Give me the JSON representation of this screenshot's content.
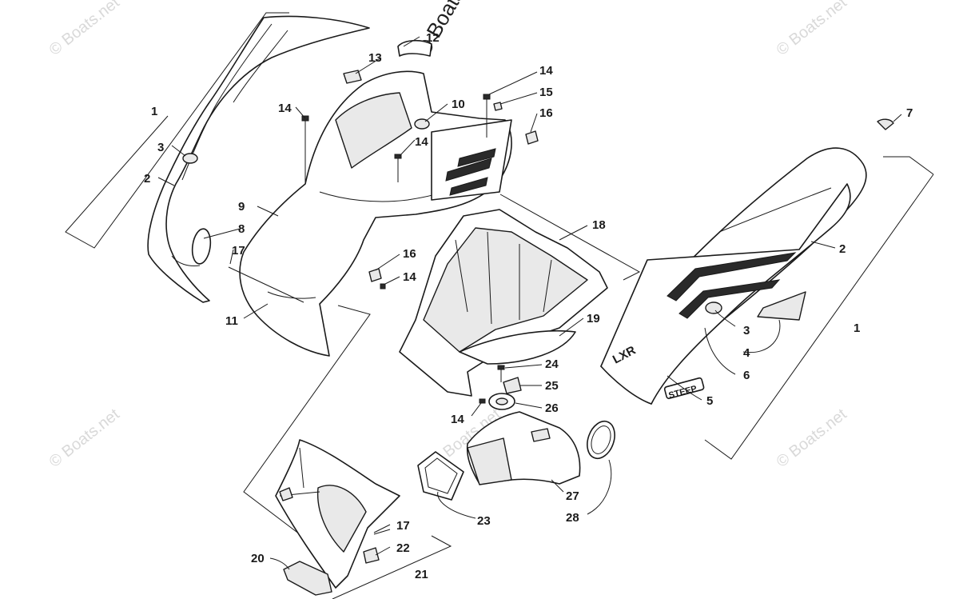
{
  "watermarks": {
    "brand_text": "© Boats.net",
    "top_text": "© Boats.net"
  },
  "callouts": {
    "c1_left": "1",
    "c1_right": "1",
    "c2_left": "2",
    "c2_right": "2",
    "c3_left": "3",
    "c3_right": "3",
    "c4": "4",
    "c5": "5",
    "c6": "6",
    "c7": "7",
    "c8": "8",
    "c9": "9",
    "c10": "10",
    "c11": "11",
    "c12": "12",
    "c13": "13",
    "c14_a": "14",
    "c14_b": "14",
    "c14_c": "14",
    "c14_d": "14",
    "c14_e": "14",
    "c15": "15",
    "c16_a": "16",
    "c16_b": "16",
    "c17_a": "17",
    "c17_b": "17",
    "c18": "18",
    "c19": "19",
    "c20": "20",
    "c21": "21",
    "c22": "22",
    "c23": "23",
    "c24": "24",
    "c25": "25",
    "c26": "26",
    "c27": "27",
    "c28": "28"
  },
  "decals": {
    "model_text": "LXR",
    "brand_text": "STEEP"
  },
  "colors": {
    "ink": "#1a1a1a",
    "watermark": "#d9d9d9"
  }
}
